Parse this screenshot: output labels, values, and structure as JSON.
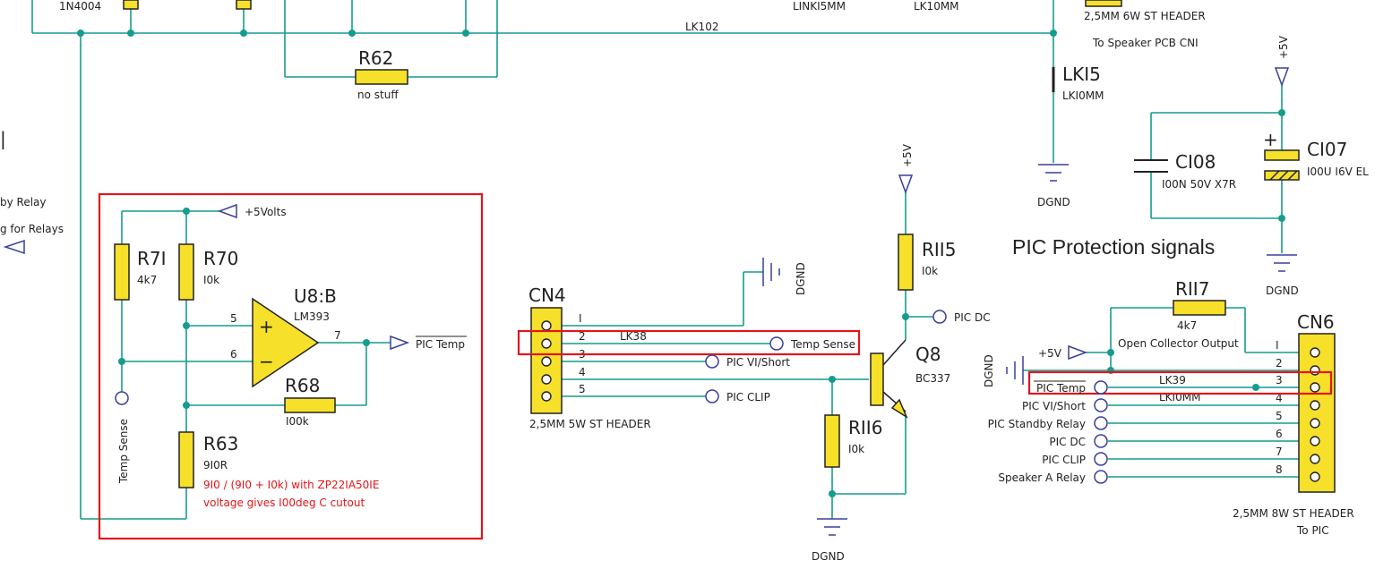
{
  "top": {
    "diode_label": "1N4004",
    "lk102": "LK102",
    "linkl5mm": "LINKI5MM",
    "lk10mm_top": "LK10MM",
    "speaker_header": "2,5MM 6W ST HEADER",
    "speaker_pcb": "To Speaker PCB CNI",
    "left_bar": "|",
    "left_relay": "by Relay",
    "left_relays": "g for Relays"
  },
  "r62": {
    "ref": "R62",
    "value": "no stuff"
  },
  "lk15": {
    "ref": "LKI5",
    "value": "LKI0MM"
  },
  "dgnd_labels": {
    "lk15": "DGND",
    "cn4": "DGND",
    "q8": "DGND",
    "c107": "DGND",
    "cn6": "DGND"
  },
  "supply": {
    "plus5": "+5V",
    "plus5volts": "+5Volts"
  },
  "c108": {
    "ref": "CI08",
    "value": "I00N 50V X7R"
  },
  "c107": {
    "ref": "CI07",
    "value": "I00U I6V EL",
    "plus": "+"
  },
  "section_title": "PIC Protection signals",
  "temp_circuit": {
    "r71": {
      "ref": "R7I",
      "value": "4k7"
    },
    "r70": {
      "ref": "R70",
      "value": "I0k"
    },
    "u8": {
      "ref": "U8:B",
      "value": "LM393",
      "pin5": "5",
      "pin6": "6",
      "pin7": "7",
      "plus": "+",
      "minus": "−"
    },
    "r68": {
      "ref": "R68",
      "value": "I00k"
    },
    "r63": {
      "ref": "R63",
      "value": "9I0R"
    },
    "temp_sense": "Temp Sense",
    "pic_temp": "PIC Temp",
    "note_line1": "9I0 / (9I0 + I0k) with ZP22IA50IE",
    "note_line2": "voltage gives I00deg C cutout"
  },
  "cn4": {
    "ref": "CN4",
    "footprint": "2,5MM 5W ST HEADER",
    "pins": [
      "I",
      "2",
      "3",
      "4",
      "5"
    ],
    "lk38": "LK38",
    "signals": {
      "temp_sense": "Temp Sense",
      "vi_short": "PIC VI/Short",
      "clip": "PIC CLIP"
    }
  },
  "q8": {
    "r115": {
      "ref": "RII5",
      "value": "I0k"
    },
    "r116": {
      "ref": "RII6",
      "value": "I0k"
    },
    "ref": "Q8",
    "value": "BC337",
    "pic_dc": "PIC DC"
  },
  "cn6": {
    "ref": "CN6",
    "footprint": "2,5MM 8W ST HEADER",
    "to_pic": "To PIC",
    "pins": [
      "I",
      "2",
      "3",
      "4",
      "5",
      "6",
      "7",
      "8"
    ],
    "r117": {
      "ref": "RII7",
      "value": "4k7"
    },
    "open_collector": "Open Collector Output",
    "lk39": "LK39",
    "lk39_value": "LKI0MM",
    "signals": [
      "PIC Temp",
      "PIC VI/Short",
      "PIC Standby Relay",
      "PIC DC",
      "PIC CLIP",
      "Speaker A Relay"
    ]
  }
}
